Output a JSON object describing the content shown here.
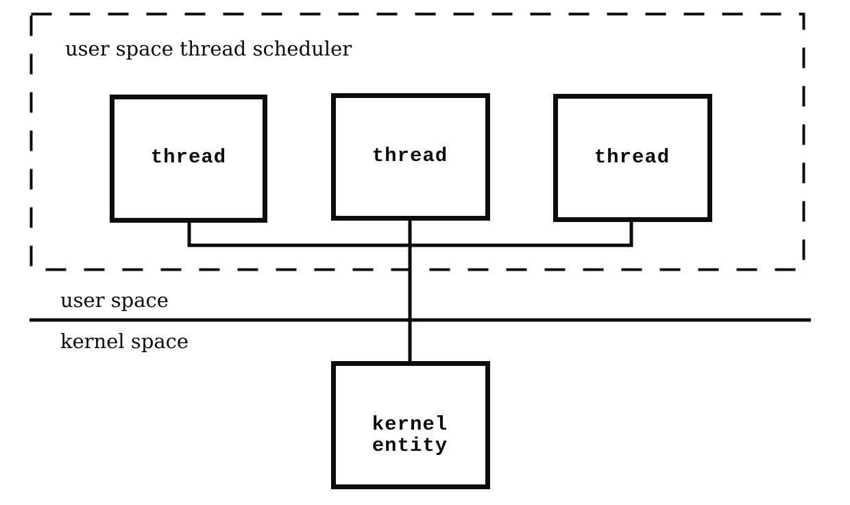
{
  "diagram": {
    "title": "user space thread scheduler",
    "regions": {
      "upper_label": "user space",
      "lower_label": "kernel space"
    },
    "thread_nodes": [
      {
        "label": "thread"
      },
      {
        "label": "thread"
      },
      {
        "label": "thread"
      }
    ],
    "kernel_node": {
      "label_line1": "kernel",
      "label_line2": "entity"
    },
    "colors": {
      "foreground": "#0c0c0c",
      "background": "#ffffff"
    }
  }
}
